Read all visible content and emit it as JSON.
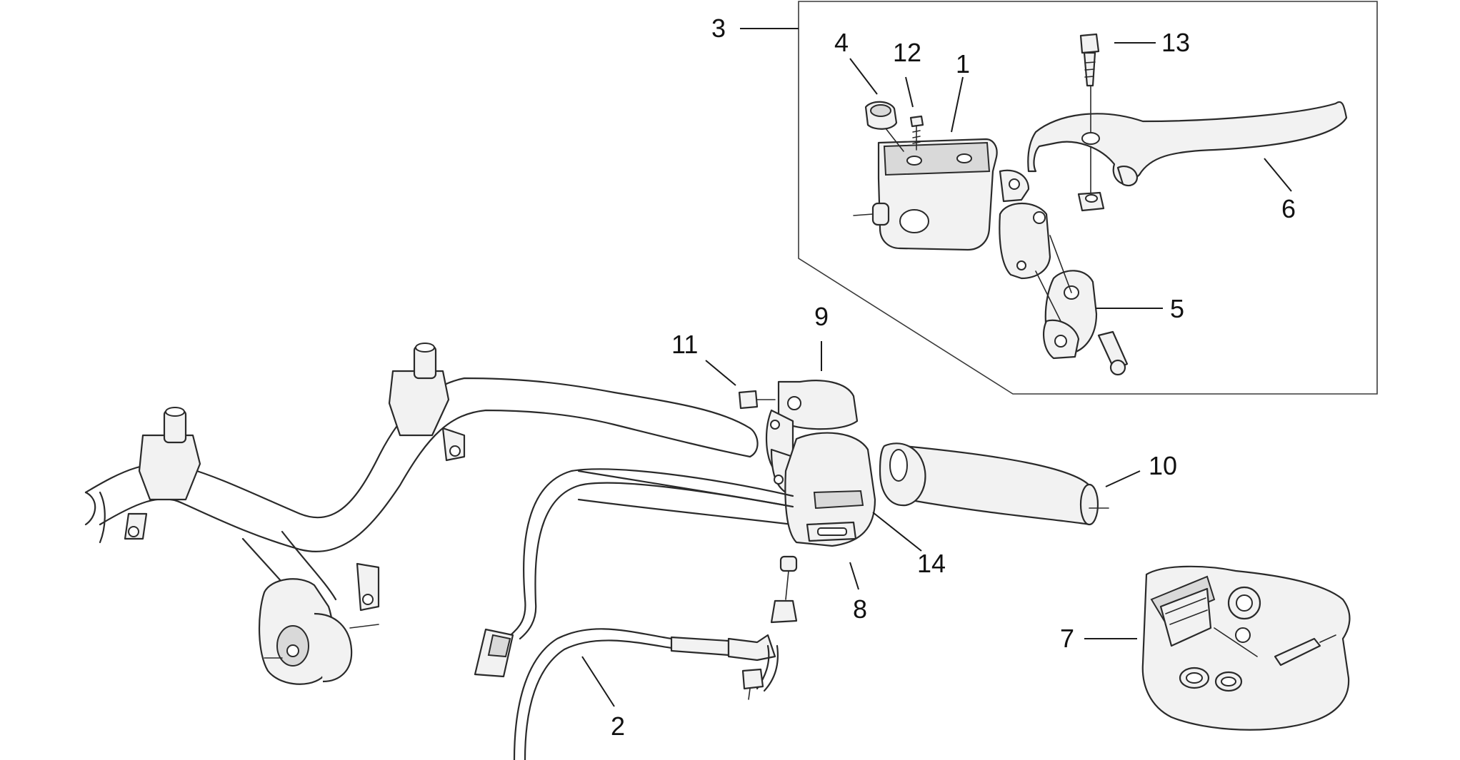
{
  "callouts": [
    {
      "id": "c1",
      "text": "1"
    },
    {
      "id": "c2",
      "text": "2"
    },
    {
      "id": "c3",
      "text": "3"
    },
    {
      "id": "c4",
      "text": "4"
    },
    {
      "id": "c5",
      "text": "5"
    },
    {
      "id": "c6",
      "text": "6"
    },
    {
      "id": "c7",
      "text": "7"
    },
    {
      "id": "c8",
      "text": "8"
    },
    {
      "id": "c9",
      "text": "9"
    },
    {
      "id": "c10",
      "text": "10"
    },
    {
      "id": "c11",
      "text": "11"
    },
    {
      "id": "c12",
      "text": "12"
    },
    {
      "id": "c13",
      "text": "13"
    },
    {
      "id": "c14",
      "text": "14"
    }
  ],
  "colors": {
    "line": "#2a2a2a",
    "fill": "#f2f2f2",
    "background": "#ffffff"
  }
}
